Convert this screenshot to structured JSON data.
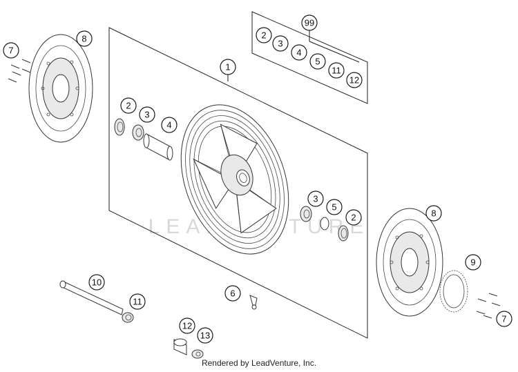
{
  "diagram": {
    "watermark": "LEADVENTURE",
    "footer": "Rendered by LeadVenture, Inc.",
    "callouts": {
      "wheel": "1",
      "seal_left": "2",
      "bearing_left": "3",
      "spacer_sleeve": "4",
      "valve": "6",
      "bolts_left": "7",
      "disc_left": "8",
      "bearing_right": "3",
      "distance_ring": "5",
      "seal_right": "2",
      "disc_right": "8",
      "abs_ring": "9",
      "bolts_right": "7",
      "axle": "10",
      "axle_ring": "11",
      "bushing": "12",
      "washer": "13",
      "kit": "99",
      "kit_2": "2",
      "kit_3": "3",
      "kit_4": "4",
      "kit_5": "5",
      "kit_11": "11",
      "kit_12": "12"
    }
  }
}
